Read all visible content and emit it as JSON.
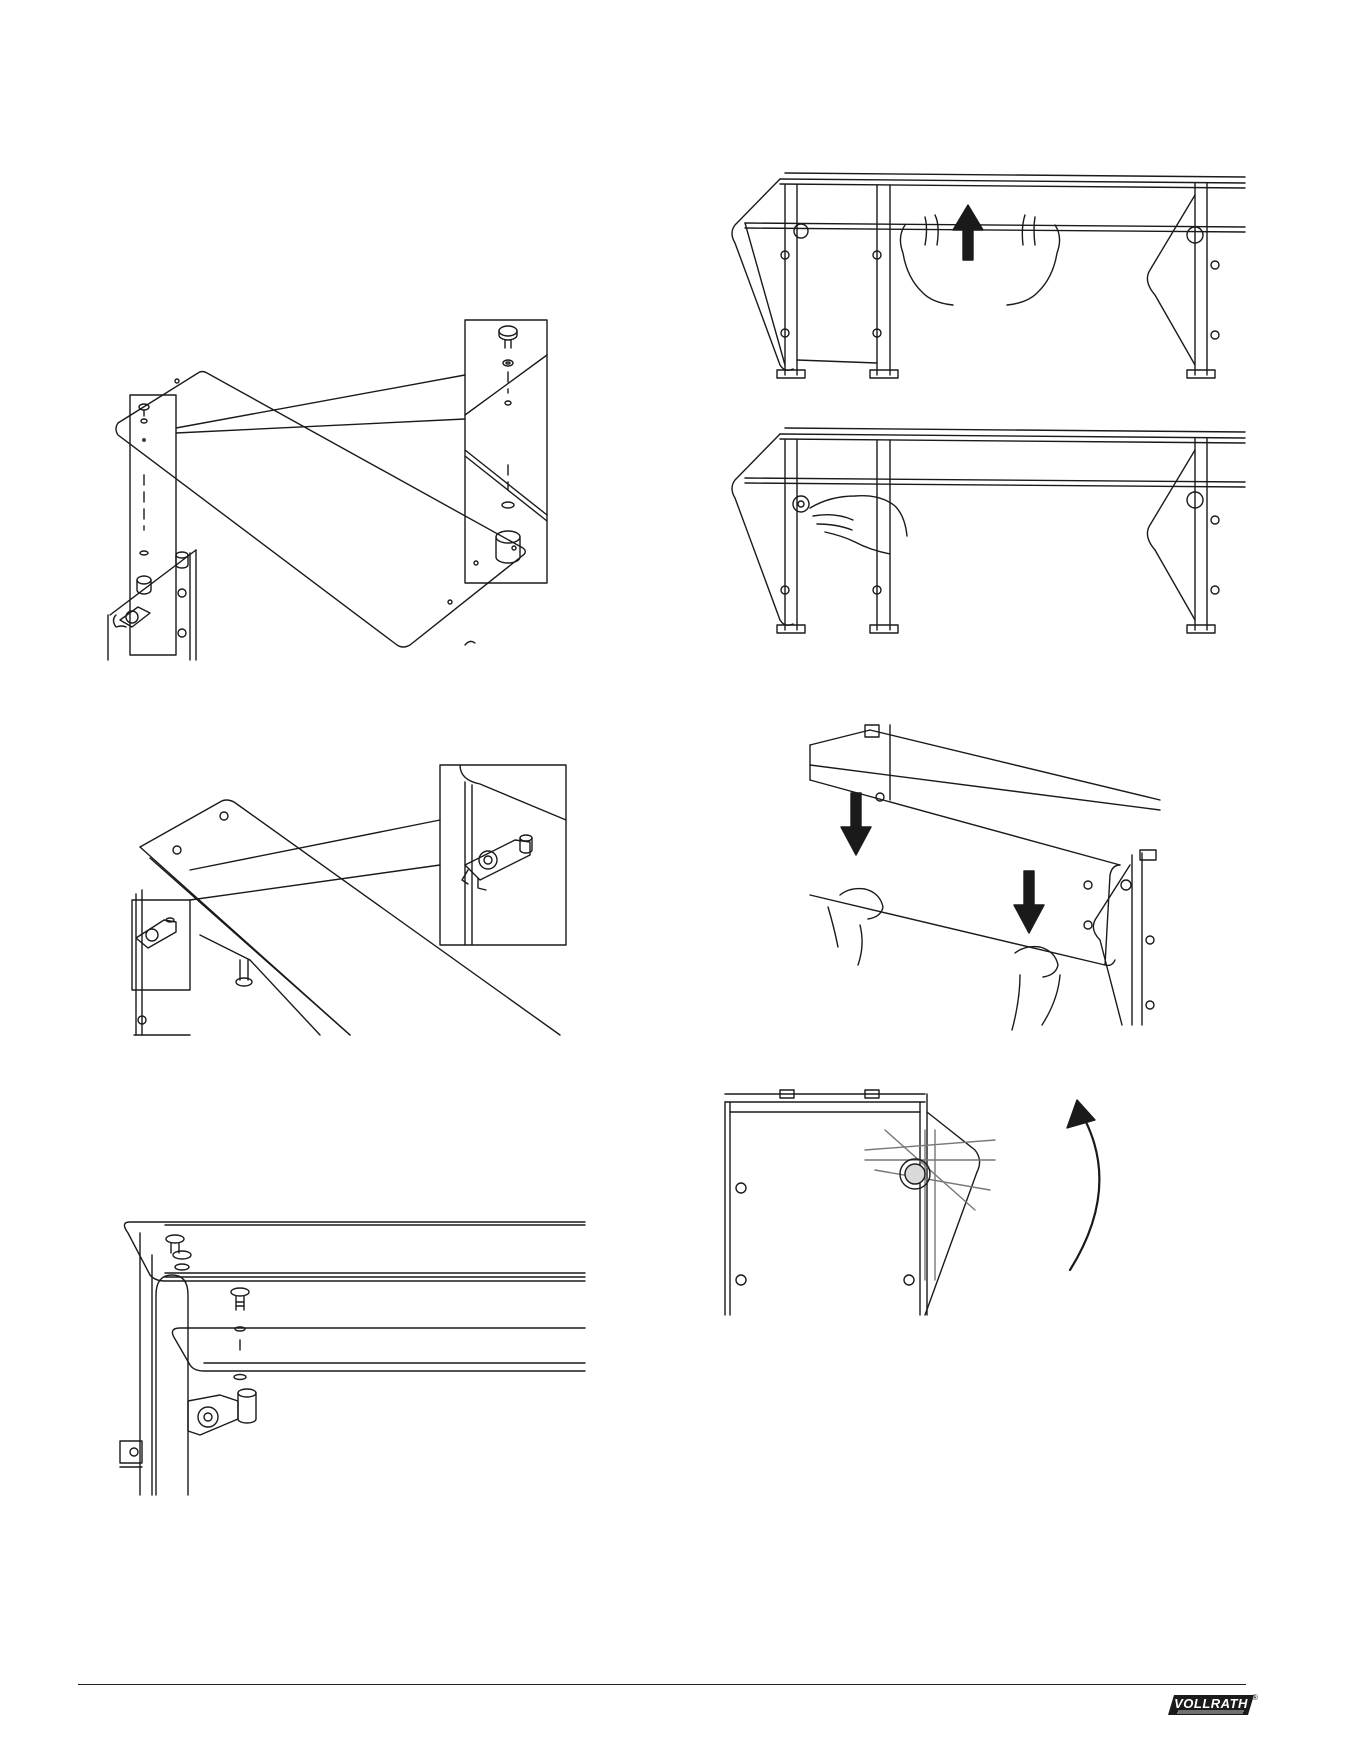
{
  "brand": {
    "logo_text": "VOLLRATH",
    "registered_mark": "®"
  },
  "figures": [
    {
      "id": "fig-shelf-exploded",
      "icon": "exploded-shelf-mounting-diagram"
    },
    {
      "id": "fig-shelf-bracket-detail",
      "icon": "shelf-bracket-detail-diagram"
    },
    {
      "id": "fig-post-shelf-assembly",
      "icon": "post-and-shelf-assembly-diagram"
    },
    {
      "id": "fig-lift-shelf",
      "icon": "lift-shelf-up-diagram"
    },
    {
      "id": "fig-release-knob",
      "icon": "turn-knob-release-diagram"
    },
    {
      "id": "fig-lower-glass",
      "icon": "push-glass-down-diagram"
    },
    {
      "id": "fig-rotate-panel",
      "icon": "rotate-side-panel-diagram"
    }
  ]
}
